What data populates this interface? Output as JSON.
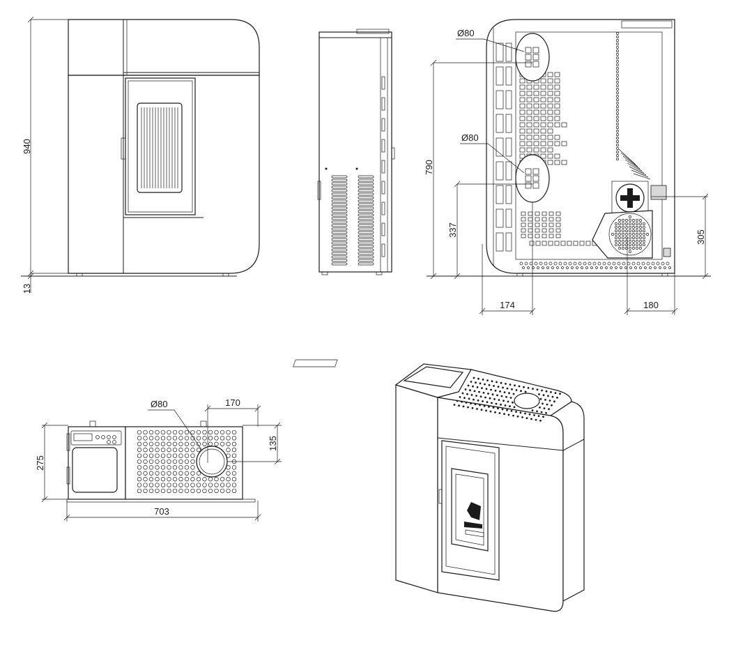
{
  "dimensions": {
    "front_height": "940",
    "front_feet": "13",
    "back_height_upper_outlet": "790",
    "back_height_lower_outlet": "337",
    "back_height_fan_outlet": "305",
    "back_offset_left": "174",
    "back_offset_right": "180",
    "back_outlet_upper": "Ø80",
    "back_outlet_lower": "Ø80",
    "top_outlet": "Ø80",
    "top_offset_x": "170",
    "top_offset_y": "135",
    "top_depth": "275",
    "top_width": "703"
  },
  "colors": {
    "line": "#1a1a1a",
    "fill": "#ffffff",
    "shade": "#d9d9d9"
  }
}
